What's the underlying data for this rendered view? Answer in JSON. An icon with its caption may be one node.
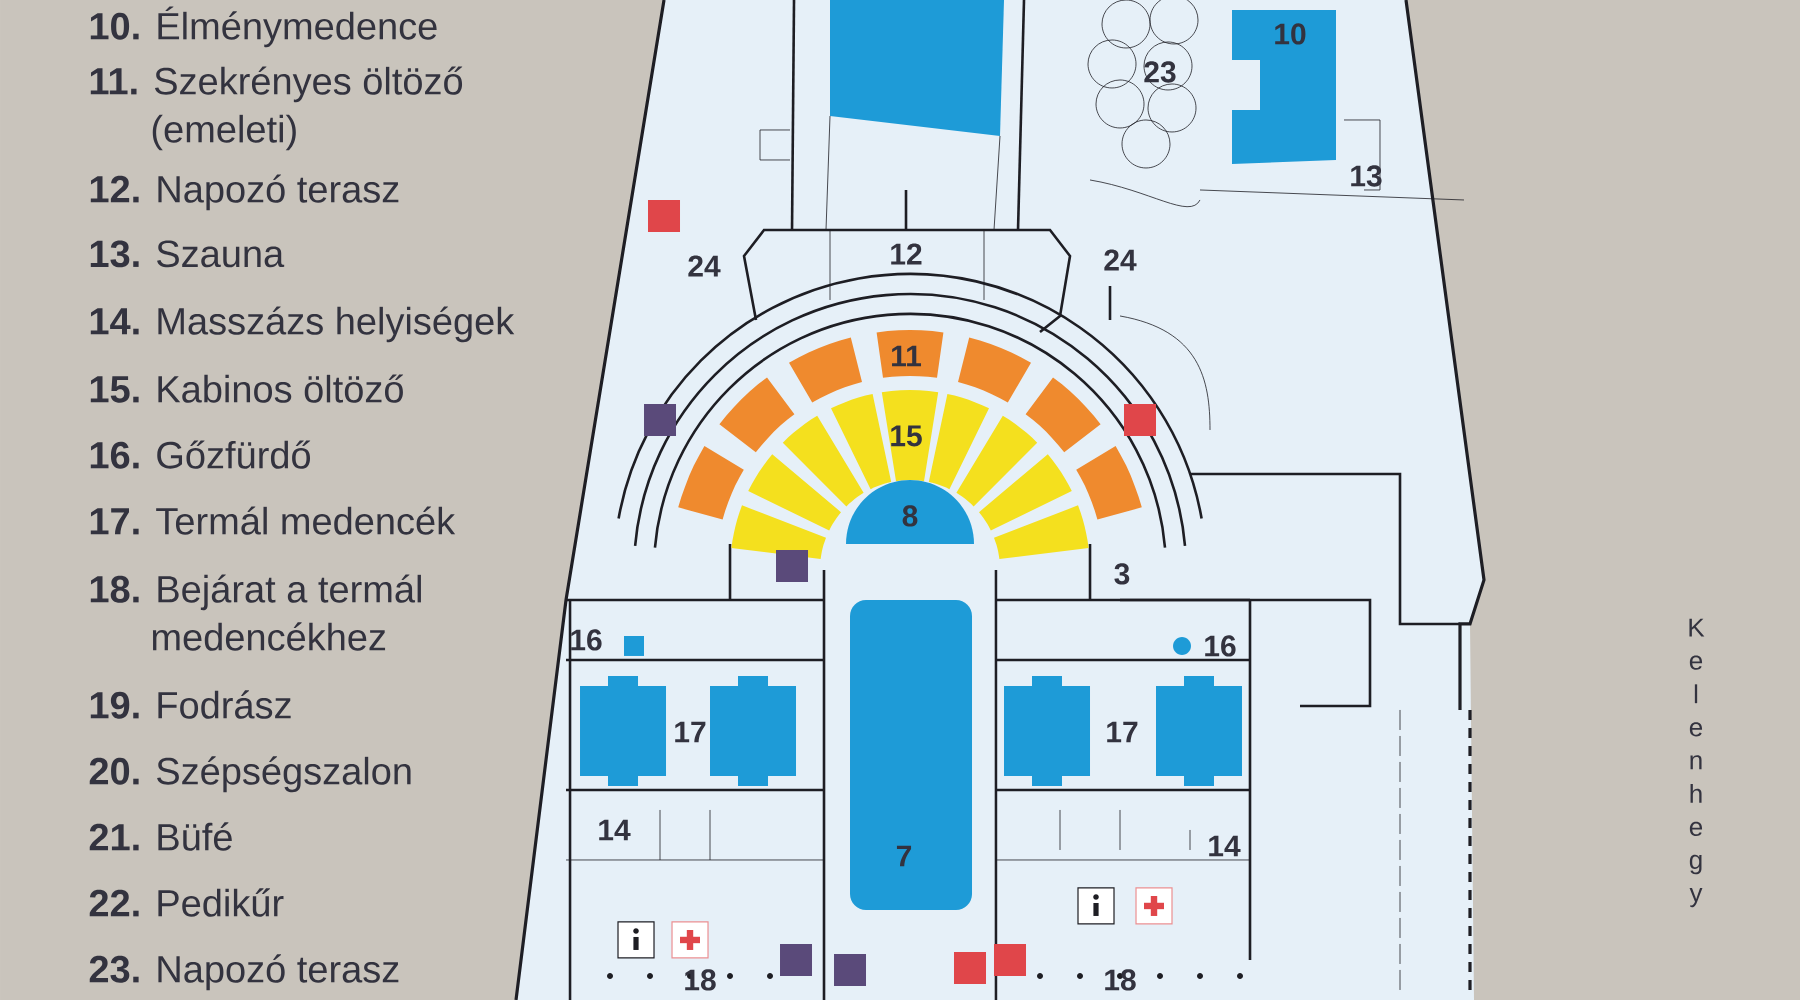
{
  "diagram": {
    "labels": [
      "**10.** Élménymedence",
      "**11.** Szekrényes öltöző (emeleti)",
      "**12.** Napozó terasz",
      "**13.** Szauna",
      "**14.** Masszázs helyiségek",
      "**15.** Kabinos öltöző",
      "**16.** Gőzfürdő",
      "**17.** Termál medencék",
      "**18.** Bejárat a termál medencékhez",
      "**19.** Fodrász",
      "**20.** Szépségszalon",
      "**21.** Büfé",
      "**22.** Pedikűr",
      "**23.** Napozó terasz",
      "10",
      "23",
      "13",
      "24",
      "12",
      "24",
      "11",
      "15",
      "8",
      "3",
      "16",
      "16",
      "17",
      "17",
      "14",
      "7",
      "14",
      "18",
      "18",
      "Kelenhegy"
    ]
  }
}
